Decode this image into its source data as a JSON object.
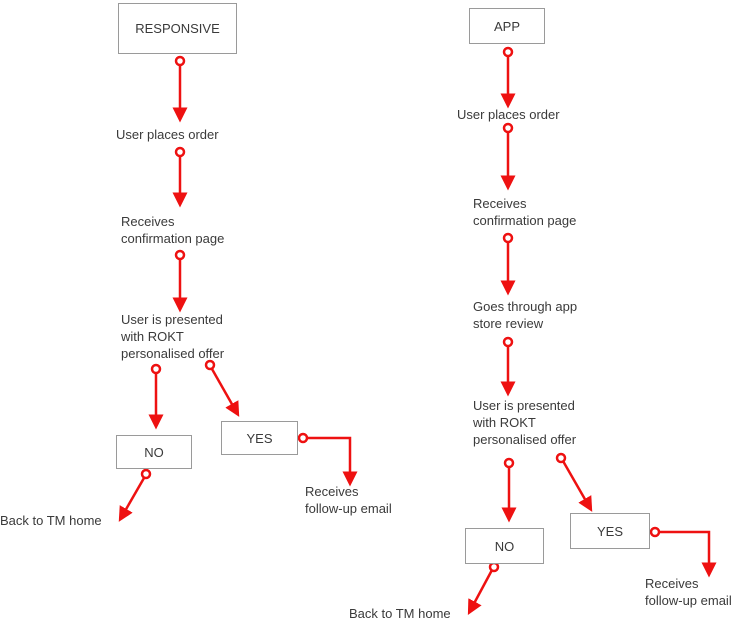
{
  "flows": {
    "responsive": {
      "header": "RESPONSIVE",
      "step1": "User places order",
      "step2": "Receives\nconfirmation page",
      "step3": "User is presented\nwith ROKT\npersonalised offer",
      "no": "NO",
      "yes": "YES",
      "no_result": "Back to TM home",
      "yes_result": "Receives\nfollow-up email"
    },
    "app": {
      "header": "APP",
      "step1": "User places order",
      "step2": "Receives\nconfirmation page",
      "step3": "Goes through app\nstore review",
      "step4": "User is presented\nwith ROKT\npersonalised offer",
      "no": "NO",
      "yes": "YES",
      "no_result": "Back to TM home",
      "yes_result": "Receives\nfollow-up email"
    }
  },
  "colors": {
    "connector": "#ee1111",
    "box_border": "#9a9a9a",
    "text": "#3a3a3a"
  }
}
